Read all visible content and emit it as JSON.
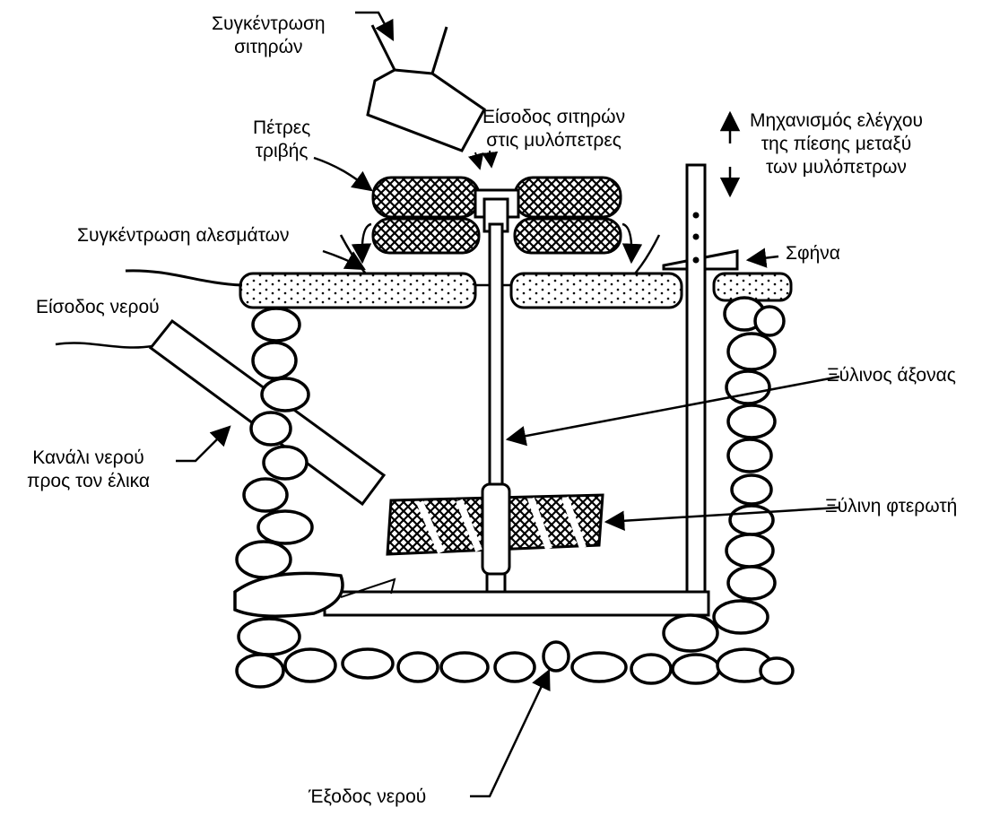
{
  "diagram": {
    "labels": {
      "grain_collection": [
        "Συγκέντρωση",
        "σιτηρών"
      ],
      "grain_inlet": [
        "Είσοδος σιτηρών",
        "στις μυλόπετρες"
      ],
      "millstones": [
        "Πέτρες",
        "τριβής"
      ],
      "pressure_control": [
        "Μηχανισμός ελέγχου",
        "της πίεσης μεταξύ",
        "των μυλόπετρων"
      ],
      "flour_collection": "Συγκέντρωση αλεσμάτων",
      "wedge": "Σφήνα",
      "water_inlet": "Είσοδος νερού",
      "wooden_shaft": "Ξύλινος άξονας",
      "water_channel": [
        "Κανάλι νερού",
        "προς τον έλικα"
      ],
      "wooden_wheel": "Ξύλινη φτερωτή",
      "water_outlet": "Έξοδος νερού"
    }
  }
}
